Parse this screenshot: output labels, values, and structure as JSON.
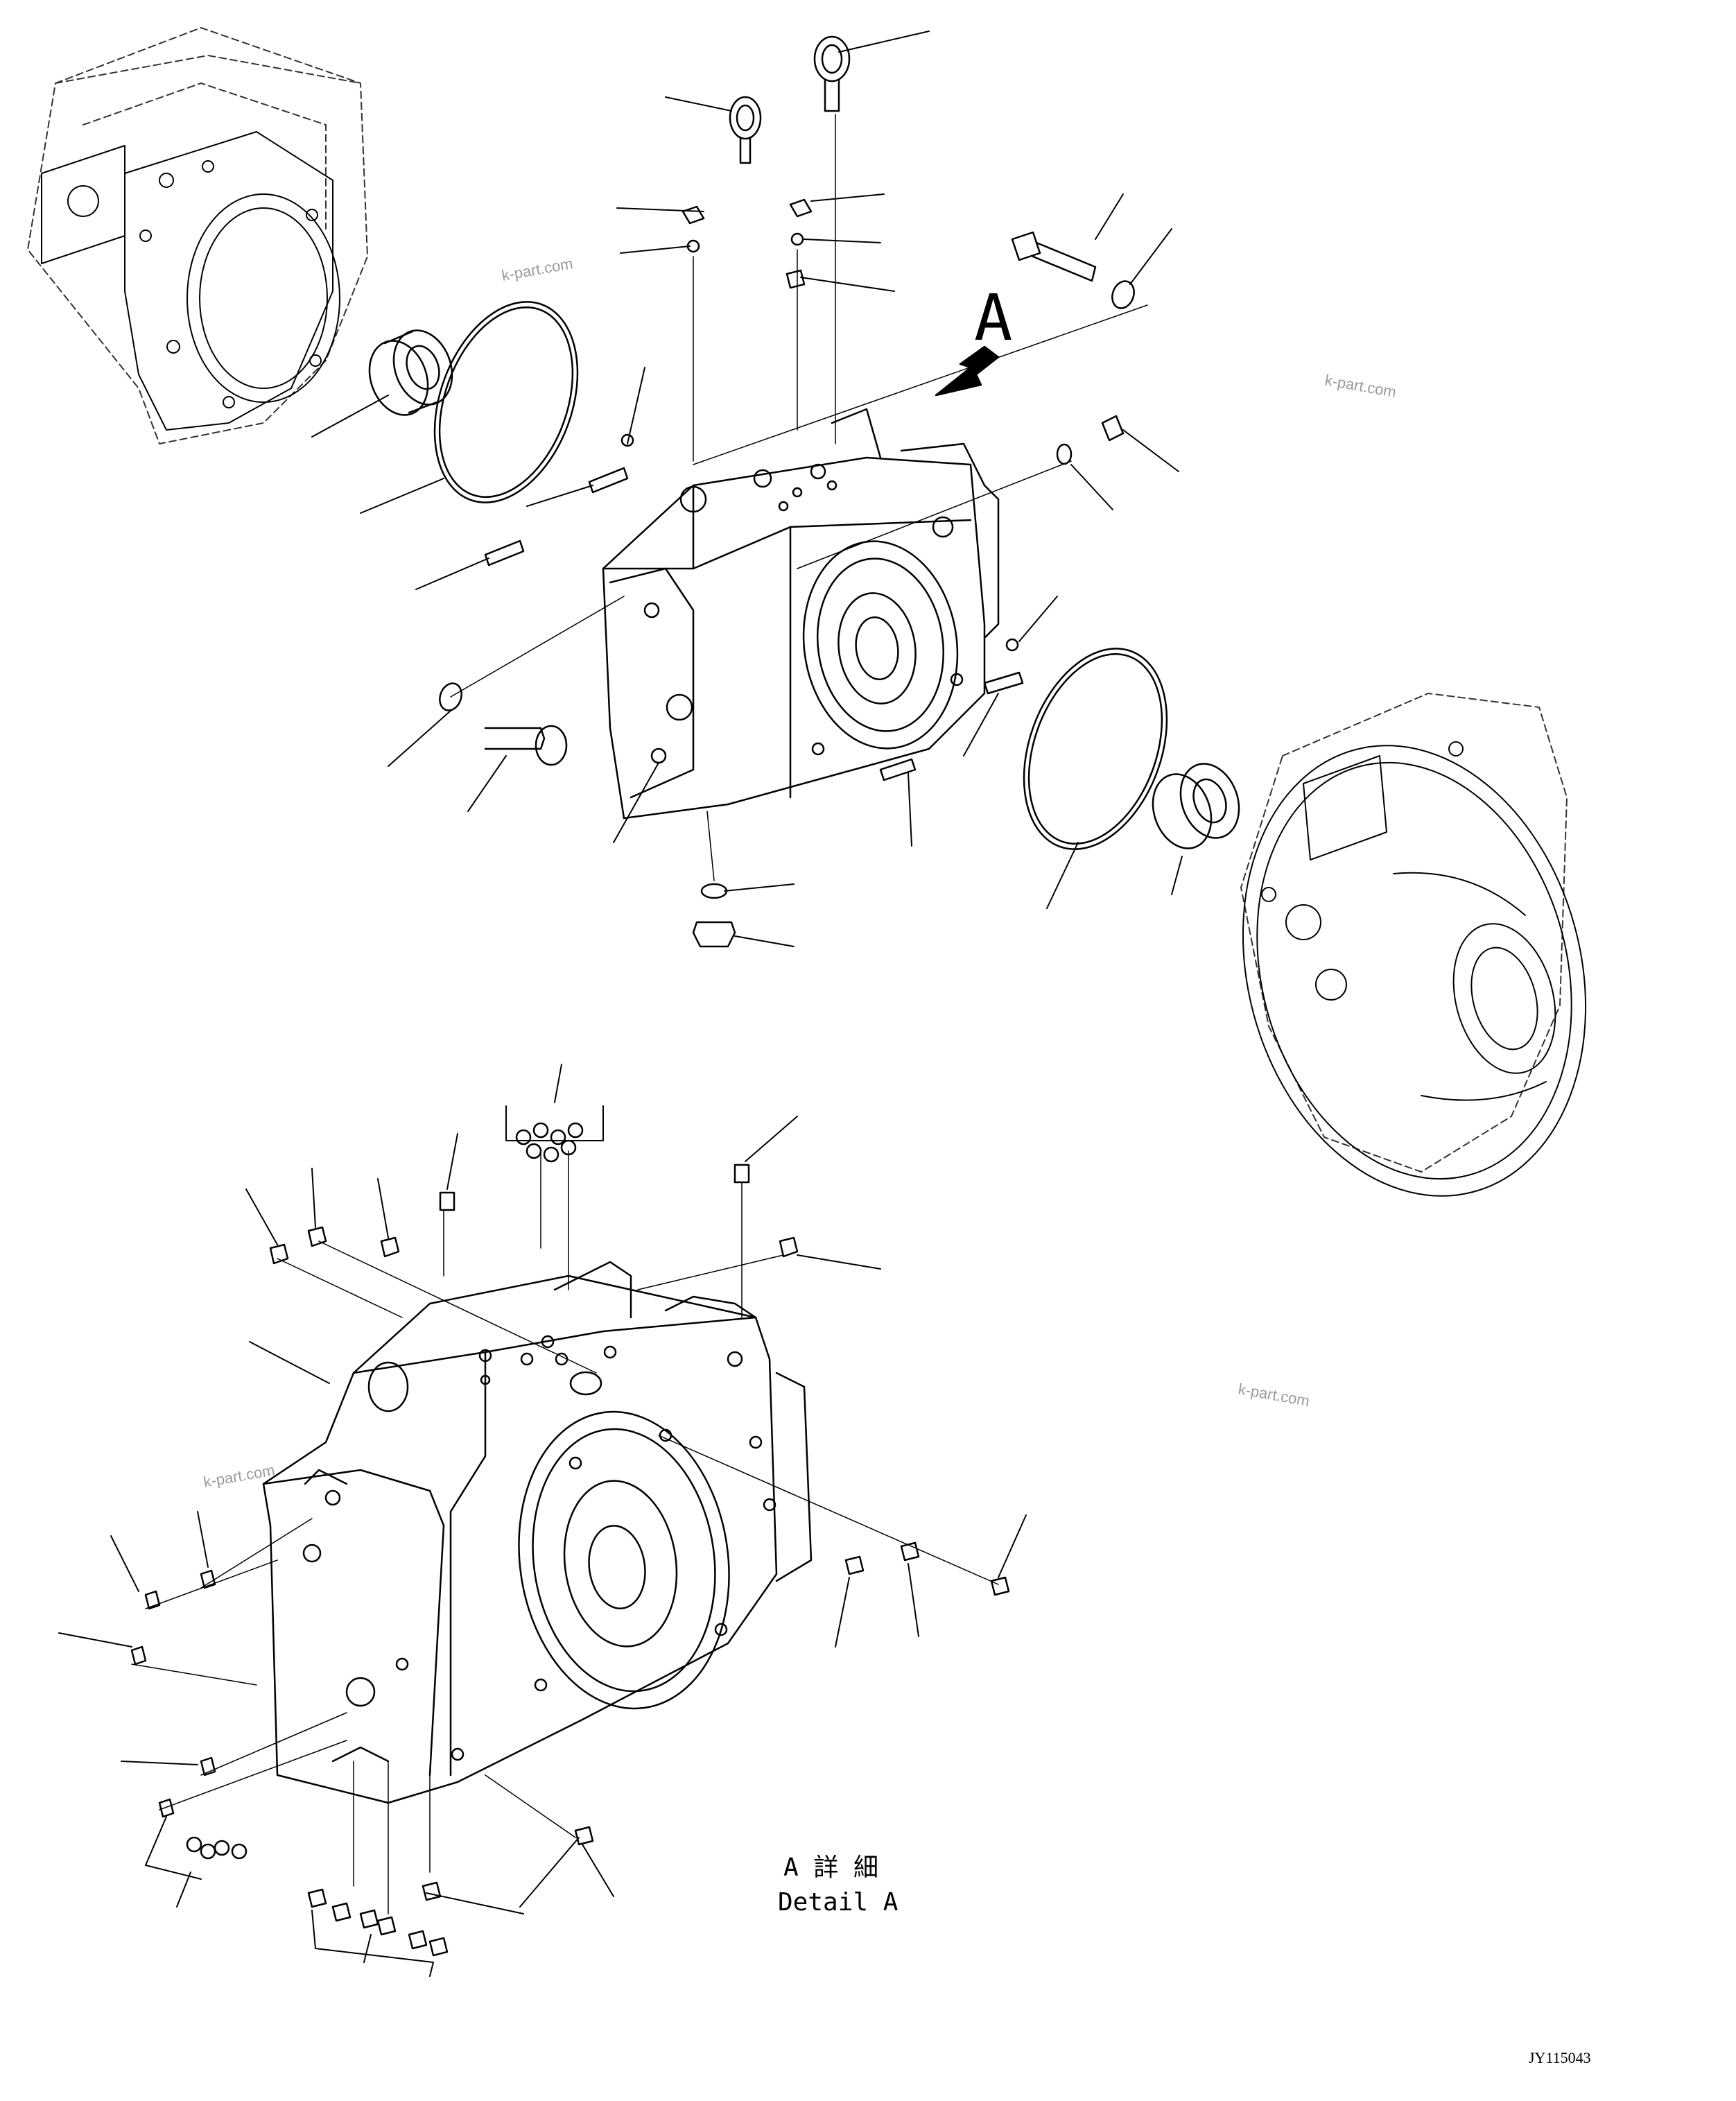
{
  "watermark": "k-part.com",
  "view_label": "A",
  "detail": {
    "jp": "A 詳 細",
    "en": "Detail A"
  },
  "drawing_code": "JY115043",
  "colors": {
    "line": "#000000",
    "phantom": "#333333",
    "watermark": "#9a9a9a"
  }
}
